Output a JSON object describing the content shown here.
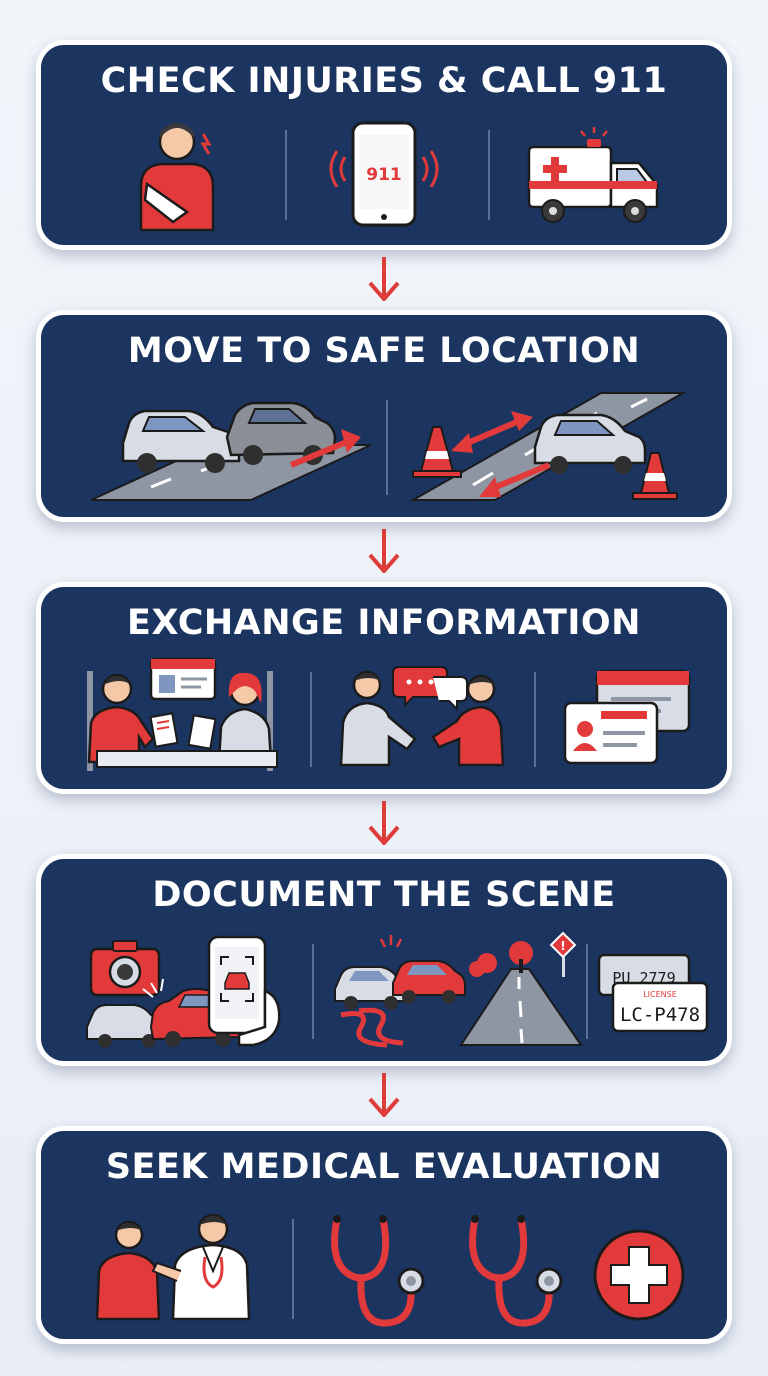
{
  "steps": [
    {
      "title": "CHECK INJURIES & CALL 911",
      "phone_label": "911"
    },
    {
      "title": "MOVE TO SAFE LOCATION"
    },
    {
      "title": "EXCHANGE INFORMATION"
    },
    {
      "title": "DOCUMENT THE SCENE",
      "plate_top": "PU 2779",
      "plate_caption": "LICENSE",
      "plate_number": "LC-P478"
    },
    {
      "title": "SEEK MEDICAL EVALUATION"
    }
  ],
  "colors": {
    "card_bg": "#1b3460",
    "accent_red": "#e23a3a",
    "text": "#ffffff",
    "arrow": "#e03b3b"
  }
}
